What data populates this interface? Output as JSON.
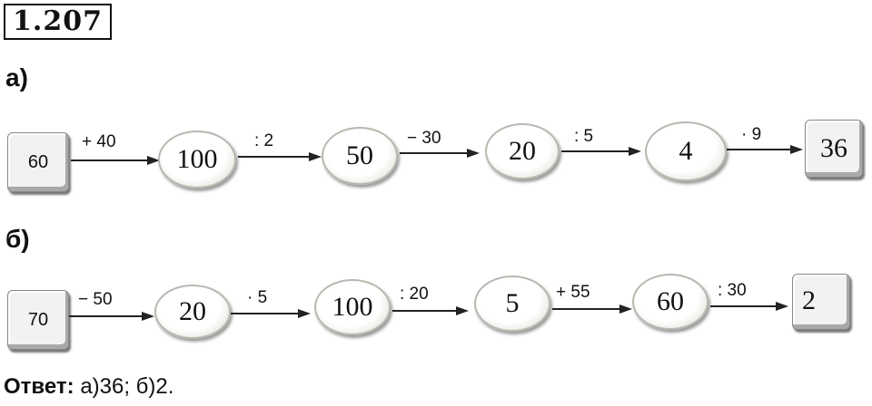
{
  "task_number": "1.207",
  "part_a": {
    "label": "а)",
    "start": "60",
    "ops": [
      "+ 40",
      ": 2",
      "− 30",
      ": 5",
      "· 9"
    ],
    "values": [
      "100",
      "50",
      "20",
      "4"
    ],
    "result": "36"
  },
  "part_b": {
    "label": "б)",
    "start": "70",
    "ops": [
      "− 50",
      "· 5",
      ": 20",
      "+ 55",
      ": 30"
    ],
    "values": [
      "20",
      "100",
      "5",
      "60"
    ],
    "result": "2"
  },
  "answer": {
    "label": "Ответ:",
    "text": "а)36; б)2."
  }
}
